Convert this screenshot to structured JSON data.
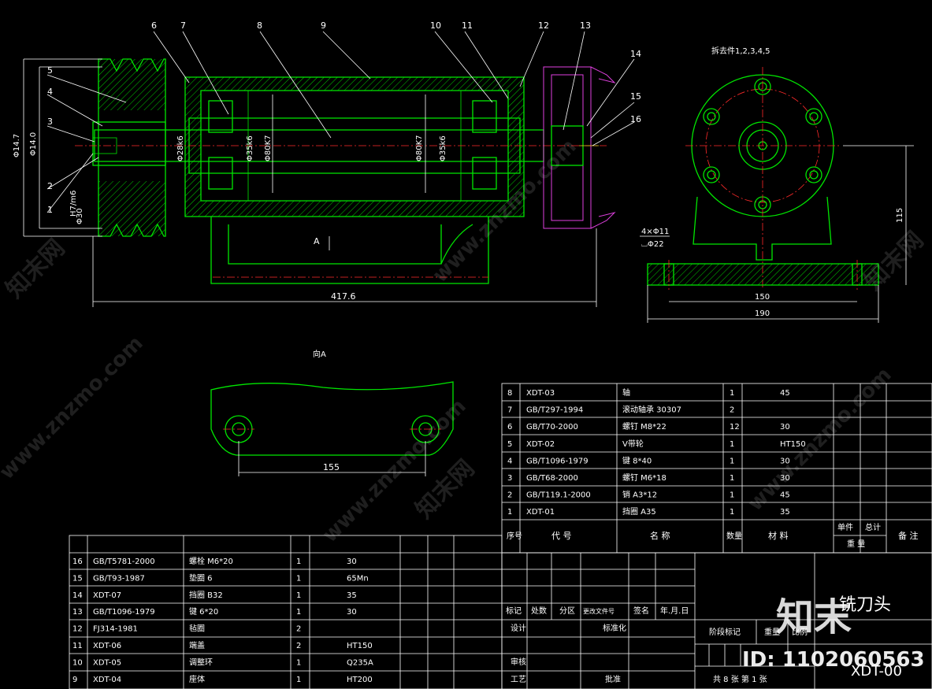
{
  "balloons": [
    "1",
    "2",
    "3",
    "4",
    "5",
    "6",
    "7",
    "8",
    "9",
    "10",
    "11",
    "12",
    "13",
    "14",
    "15",
    "16"
  ],
  "dimensions": {
    "phi147": "Φ14.7",
    "phi140": "Φ14.0",
    "phi30": "Φ30",
    "fit_phi30": "H7/m6",
    "phi28": "Φ28k6",
    "phi35_left": "Φ35k6",
    "phi80_left": "Φ80K7",
    "phi80_right": "Φ80K7",
    "phi35_right": "Φ35k6",
    "overall_length": "417.6",
    "holes": "4×Φ11",
    "counterbore": "⌴Φ22",
    "height_115": "115",
    "width_150": "150",
    "width_190": "190",
    "bottom_155": "155",
    "section_a": "A"
  },
  "view_labels": {
    "side_view": "拆去件1,2,3,4,5",
    "a_view": "向A"
  },
  "upper_table": {
    "rows": [
      {
        "no": "8",
        "code": "XDT-03",
        "name": "轴",
        "qty": "1",
        "mat": "45"
      },
      {
        "no": "7",
        "code": "GB/T297-1994",
        "name": "滚动轴承 30307",
        "qty": "2",
        "mat": ""
      },
      {
        "no": "6",
        "code": "GB/T70-2000",
        "name": "螺钉 M8*22",
        "qty": "12",
        "mat": "30"
      },
      {
        "no": "5",
        "code": "XDT-02",
        "name": "V带轮",
        "qty": "1",
        "mat": "HT150"
      },
      {
        "no": "4",
        "code": "GB/T1096-1979",
        "name": "键 8*40",
        "qty": "1",
        "mat": "30"
      },
      {
        "no": "3",
        "code": "GB/T68-2000",
        "name": "螺钉 M6*18",
        "qty": "1",
        "mat": "30"
      },
      {
        "no": "2",
        "code": "GB/T119.1-2000",
        "name": "销 A3*12",
        "qty": "1",
        "mat": "45"
      },
      {
        "no": "1",
        "code": "XDT-01",
        "name": "挡圈 A35",
        "qty": "1",
        "mat": "35"
      }
    ],
    "header": {
      "no": "序号",
      "code": "代 号",
      "name": "名 称",
      "qty": "数量",
      "mat": "材 料",
      "single": "单件",
      "total": "总计",
      "weight": "重 量",
      "note": "备 注"
    }
  },
  "lower_table": {
    "rows": [
      {
        "no": "16",
        "code": "GB/T5781-2000",
        "name": "螺栓 M6*20",
        "qty": "1",
        "mat": "30"
      },
      {
        "no": "15",
        "code": "GB/T93-1987",
        "name": "垫圈 6",
        "qty": "1",
        "mat": "65Mn"
      },
      {
        "no": "14",
        "code": "XDT-07",
        "name": "挡圈 B32",
        "qty": "1",
        "mat": "35"
      },
      {
        "no": "13",
        "code": "GB/T1096-1979",
        "name": "键 6*20",
        "qty": "1",
        "mat": "30"
      },
      {
        "no": "12",
        "code": "FJ314-1981",
        "name": "毡圈",
        "qty": "2",
        "mat": ""
      },
      {
        "no": "11",
        "code": "XDT-06",
        "name": "端盖",
        "qty": "2",
        "mat": "HT150"
      },
      {
        "no": "10",
        "code": "XDT-05",
        "name": "调整环",
        "qty": "1",
        "mat": "Q235A"
      },
      {
        "no": "9",
        "code": "XDT-04",
        "name": "座体",
        "qty": "1",
        "mat": "HT200"
      }
    ]
  },
  "title_block": {
    "marks": [
      "标记",
      "处数",
      "分区",
      "更改文件号",
      "签名",
      "年.月.日"
    ],
    "design": "设计",
    "standard": "标准化",
    "review": "审核",
    "process": "工艺",
    "approve": "批准",
    "stage": "阶段标记",
    "weight": "重量",
    "scale": "比例",
    "title": "铣刀头",
    "drawing_no": "XDT-00",
    "sheets": "共 8 张  第 1 张"
  },
  "watermarks": {
    "brand": "知末网",
    "site": "www.znzmo.com",
    "logo": "知末",
    "id": "ID: 1102060563"
  }
}
